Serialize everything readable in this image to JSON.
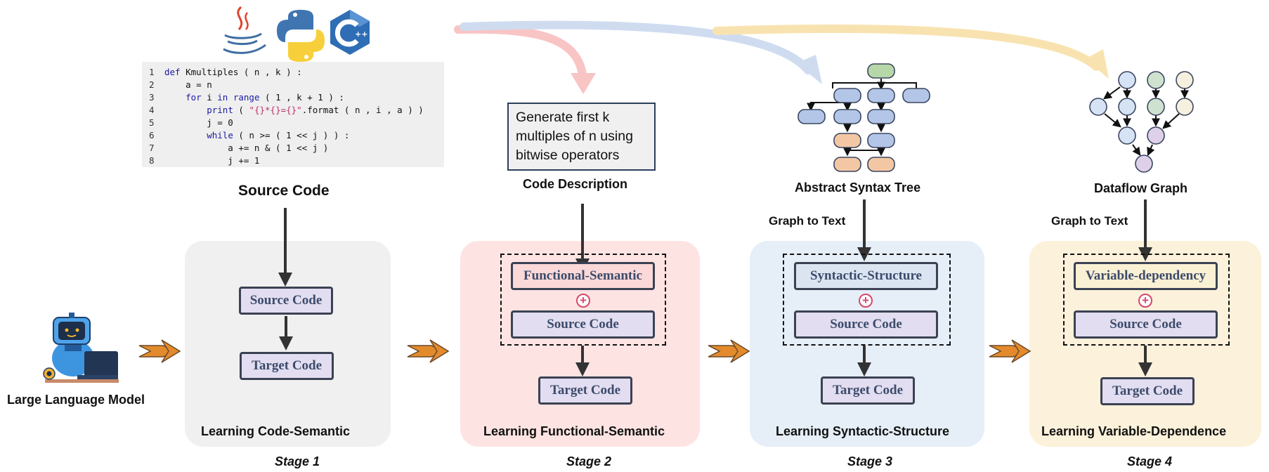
{
  "model": {
    "label": "Large Language Model"
  },
  "source": {
    "title": "Source Code",
    "code_lines": [
      {
        "n": "1",
        "parts": [
          {
            "t": "def",
            "c": "kw"
          },
          {
            "t": " Kmultiples ( n , k ) :"
          }
        ]
      },
      {
        "n": "2",
        "parts": [
          {
            "t": "    a = n"
          }
        ]
      },
      {
        "n": "3",
        "parts": [
          {
            "t": "    "
          },
          {
            "t": "for",
            "c": "kw"
          },
          {
            "t": " i "
          },
          {
            "t": "in",
            "c": "kw"
          },
          {
            "t": " "
          },
          {
            "t": "range",
            "c": "kw"
          },
          {
            "t": " ( 1 , k + 1 ) :"
          }
        ]
      },
      {
        "n": "4",
        "parts": [
          {
            "t": "        "
          },
          {
            "t": "print",
            "c": "kw"
          },
          {
            "t": " ( "
          },
          {
            "t": "\"{}*{}={}\"",
            "c": "st"
          },
          {
            "t": ".format ( n , i , a ) )"
          }
        ]
      },
      {
        "n": "5",
        "parts": [
          {
            "t": "        j = 0"
          }
        ]
      },
      {
        "n": "6",
        "parts": [
          {
            "t": "        "
          },
          {
            "t": "while",
            "c": "kw"
          },
          {
            "t": " ( n >= ( 1 << j ) ) :"
          }
        ]
      },
      {
        "n": "7",
        "parts": [
          {
            "t": "            a += n & ( 1 << j )"
          }
        ]
      },
      {
        "n": "8",
        "parts": [
          {
            "t": "            j += 1"
          }
        ]
      }
    ]
  },
  "description": {
    "title": "Code Description",
    "text": "Generate first k multiples of n using bitwise operators"
  },
  "ast": {
    "title": "Abstract Syntax Tree",
    "conversion": "Graph to Text"
  },
  "dataflow": {
    "title": "Dataflow Graph",
    "conversion": "Graph to Text"
  },
  "stages": [
    {
      "label": "Stage 1",
      "name": "Learning Code-Semantic",
      "box_top": "Source Code",
      "box_bottom": "Target Code",
      "bg": "#f0f0f0"
    },
    {
      "label": "Stage 2",
      "name": "Learning Functional-Semantic",
      "box_feature": "Functional-Semantic",
      "box_source": "Source Code",
      "box_target": "Target Code",
      "bg": "#fde4e3",
      "feature_color": "#fad9d8"
    },
    {
      "label": "Stage 3",
      "name": "Learning Syntactic-Structure",
      "box_feature": "Syntactic-Structure",
      "box_source": "Source Code",
      "box_target": "Target Code",
      "bg": "#e6eef7",
      "feature_color": "#dbe5f2"
    },
    {
      "label": "Stage 4",
      "name": "Learning Variable-Dependence",
      "box_feature": "Variable-dependency",
      "box_source": "Source Code",
      "box_target": "Target Code",
      "bg": "#fcf1da",
      "feature_color": "#faf0d4"
    }
  ],
  "colors": {
    "arrow_orange": "#e38b2c",
    "plus": "#d6486b",
    "ast_node_blue": "#b4c6e7",
    "ast_node_root": "#b7d7a8",
    "ast_node_orange": "#f4c7a4",
    "curve_pink": "#f9c4c4",
    "curve_blue": "#cfdcf0",
    "curve_yellow": "#f8e3b0"
  }
}
